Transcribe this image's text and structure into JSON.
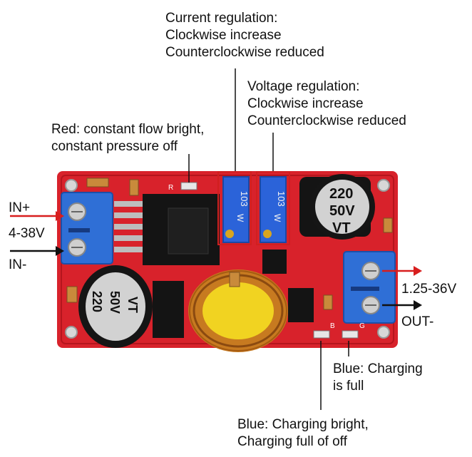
{
  "annotations": {
    "current_regulation": {
      "title": "Current regulation:",
      "line1": "Clockwise increase",
      "line2": "Counterclockwise reduced"
    },
    "voltage_regulation": {
      "title": "Voltage regulation:",
      "line1": "Clockwise increase",
      "line2": "Counterclockwise reduced"
    },
    "red_led": {
      "line1": "Red: constant flow bright,",
      "line2": "constant pressure off"
    },
    "input": {
      "plus": "IN+",
      "range": "4-38V",
      "minus": "IN-"
    },
    "output": {
      "range": "1.25-36V",
      "minus": "OUT-"
    },
    "blue_full": {
      "line1": "Blue: Charging",
      "line2": "is full"
    },
    "blue_charging": {
      "line1": "Blue: Charging bright,",
      "line2": "Charging full of off"
    }
  },
  "components": {
    "pot_label": "103",
    "pot_sub": "W",
    "capacitor_value": "220",
    "capacitor_voltage": "50V",
    "capacitor_series": "VT",
    "silk_r": "R",
    "silk_b": "B",
    "silk_g": "G"
  },
  "colors": {
    "pcb": "#d8222b",
    "terminal": "#2f6fd6",
    "annotation_box": "#d11f1f",
    "arrow_red": "#d81e1e",
    "arrow_black": "#111111"
  }
}
